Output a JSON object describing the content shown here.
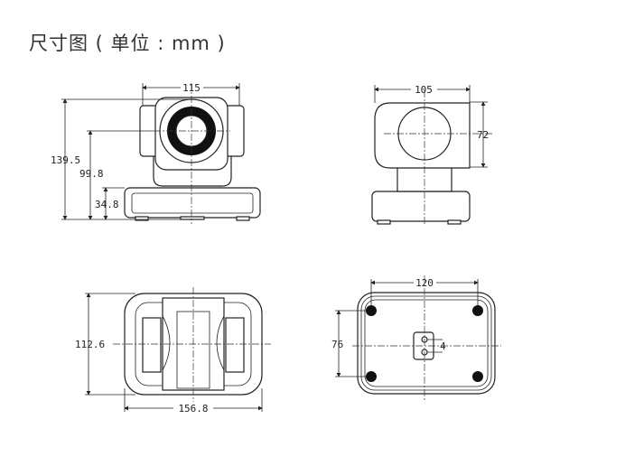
{
  "title": "尺寸图 ( 单位 : mm )",
  "front_view": {
    "width": "115",
    "height_total": "139.5",
    "height_lens": "99.8",
    "height_base": "34.8"
  },
  "side_view": {
    "depth": "105",
    "head_height": "72"
  },
  "top_view": {
    "depth": "112.6",
    "width": "156.8"
  },
  "bottom_view": {
    "hole_spacing_x": "120",
    "hole_spacing_y": "76",
    "mount_offset": "4"
  }
}
